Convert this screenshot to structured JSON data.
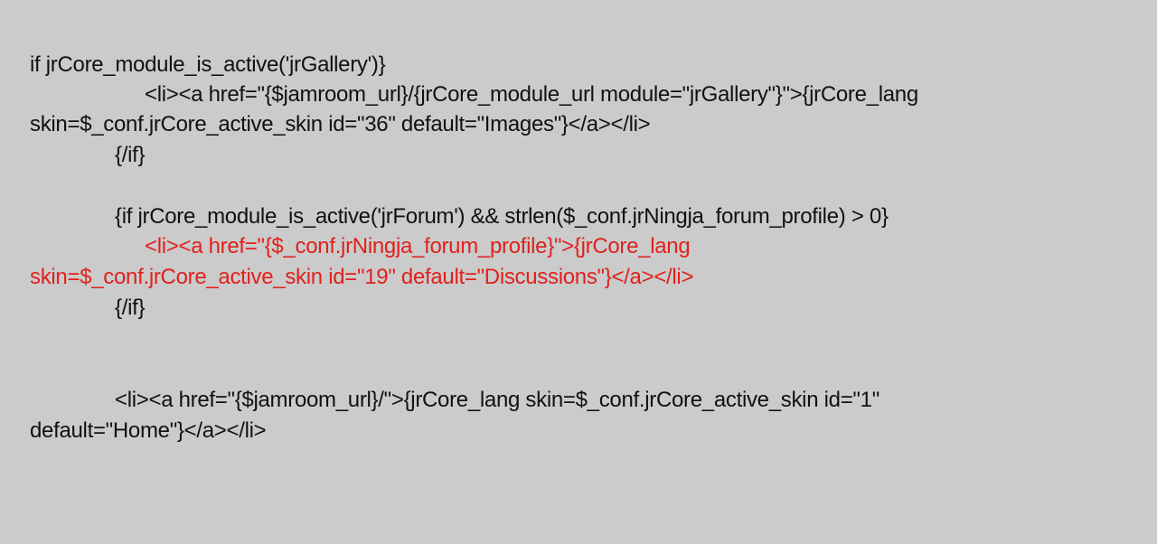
{
  "colors": {
    "background": "#cbcbcb",
    "text": "#111111",
    "highlight": "#e0211d"
  },
  "lines": [
    "if jrCore_module_is_active('jrGallery')}",
    "<li><a href=\"{$jamroom_url}/{jrCore_module_url module=\"jrGallery\"}\">{jrCore_lang",
    "skin=$_conf.jrCore_active_skin id=\"36\" default=\"Images\"}</a></li>",
    "{/if}",
    "{if jrCore_module_is_active('jrForum') && strlen($_conf.jrNingja_forum_profile) > 0}",
    "<li><a href=\"{$_conf.jrNingja_forum_profile}\">{jrCore_lang",
    "skin=$_conf.jrCore_active_skin id=\"19\" default=\"Discussions\"}</a></li>",
    "{/if}",
    "<li><a href=\"{$jamroom_url}/\">{jrCore_lang skin=$_conf.jrCore_active_skin id=\"1\"",
    "default=\"Home\"}</a></li>"
  ]
}
